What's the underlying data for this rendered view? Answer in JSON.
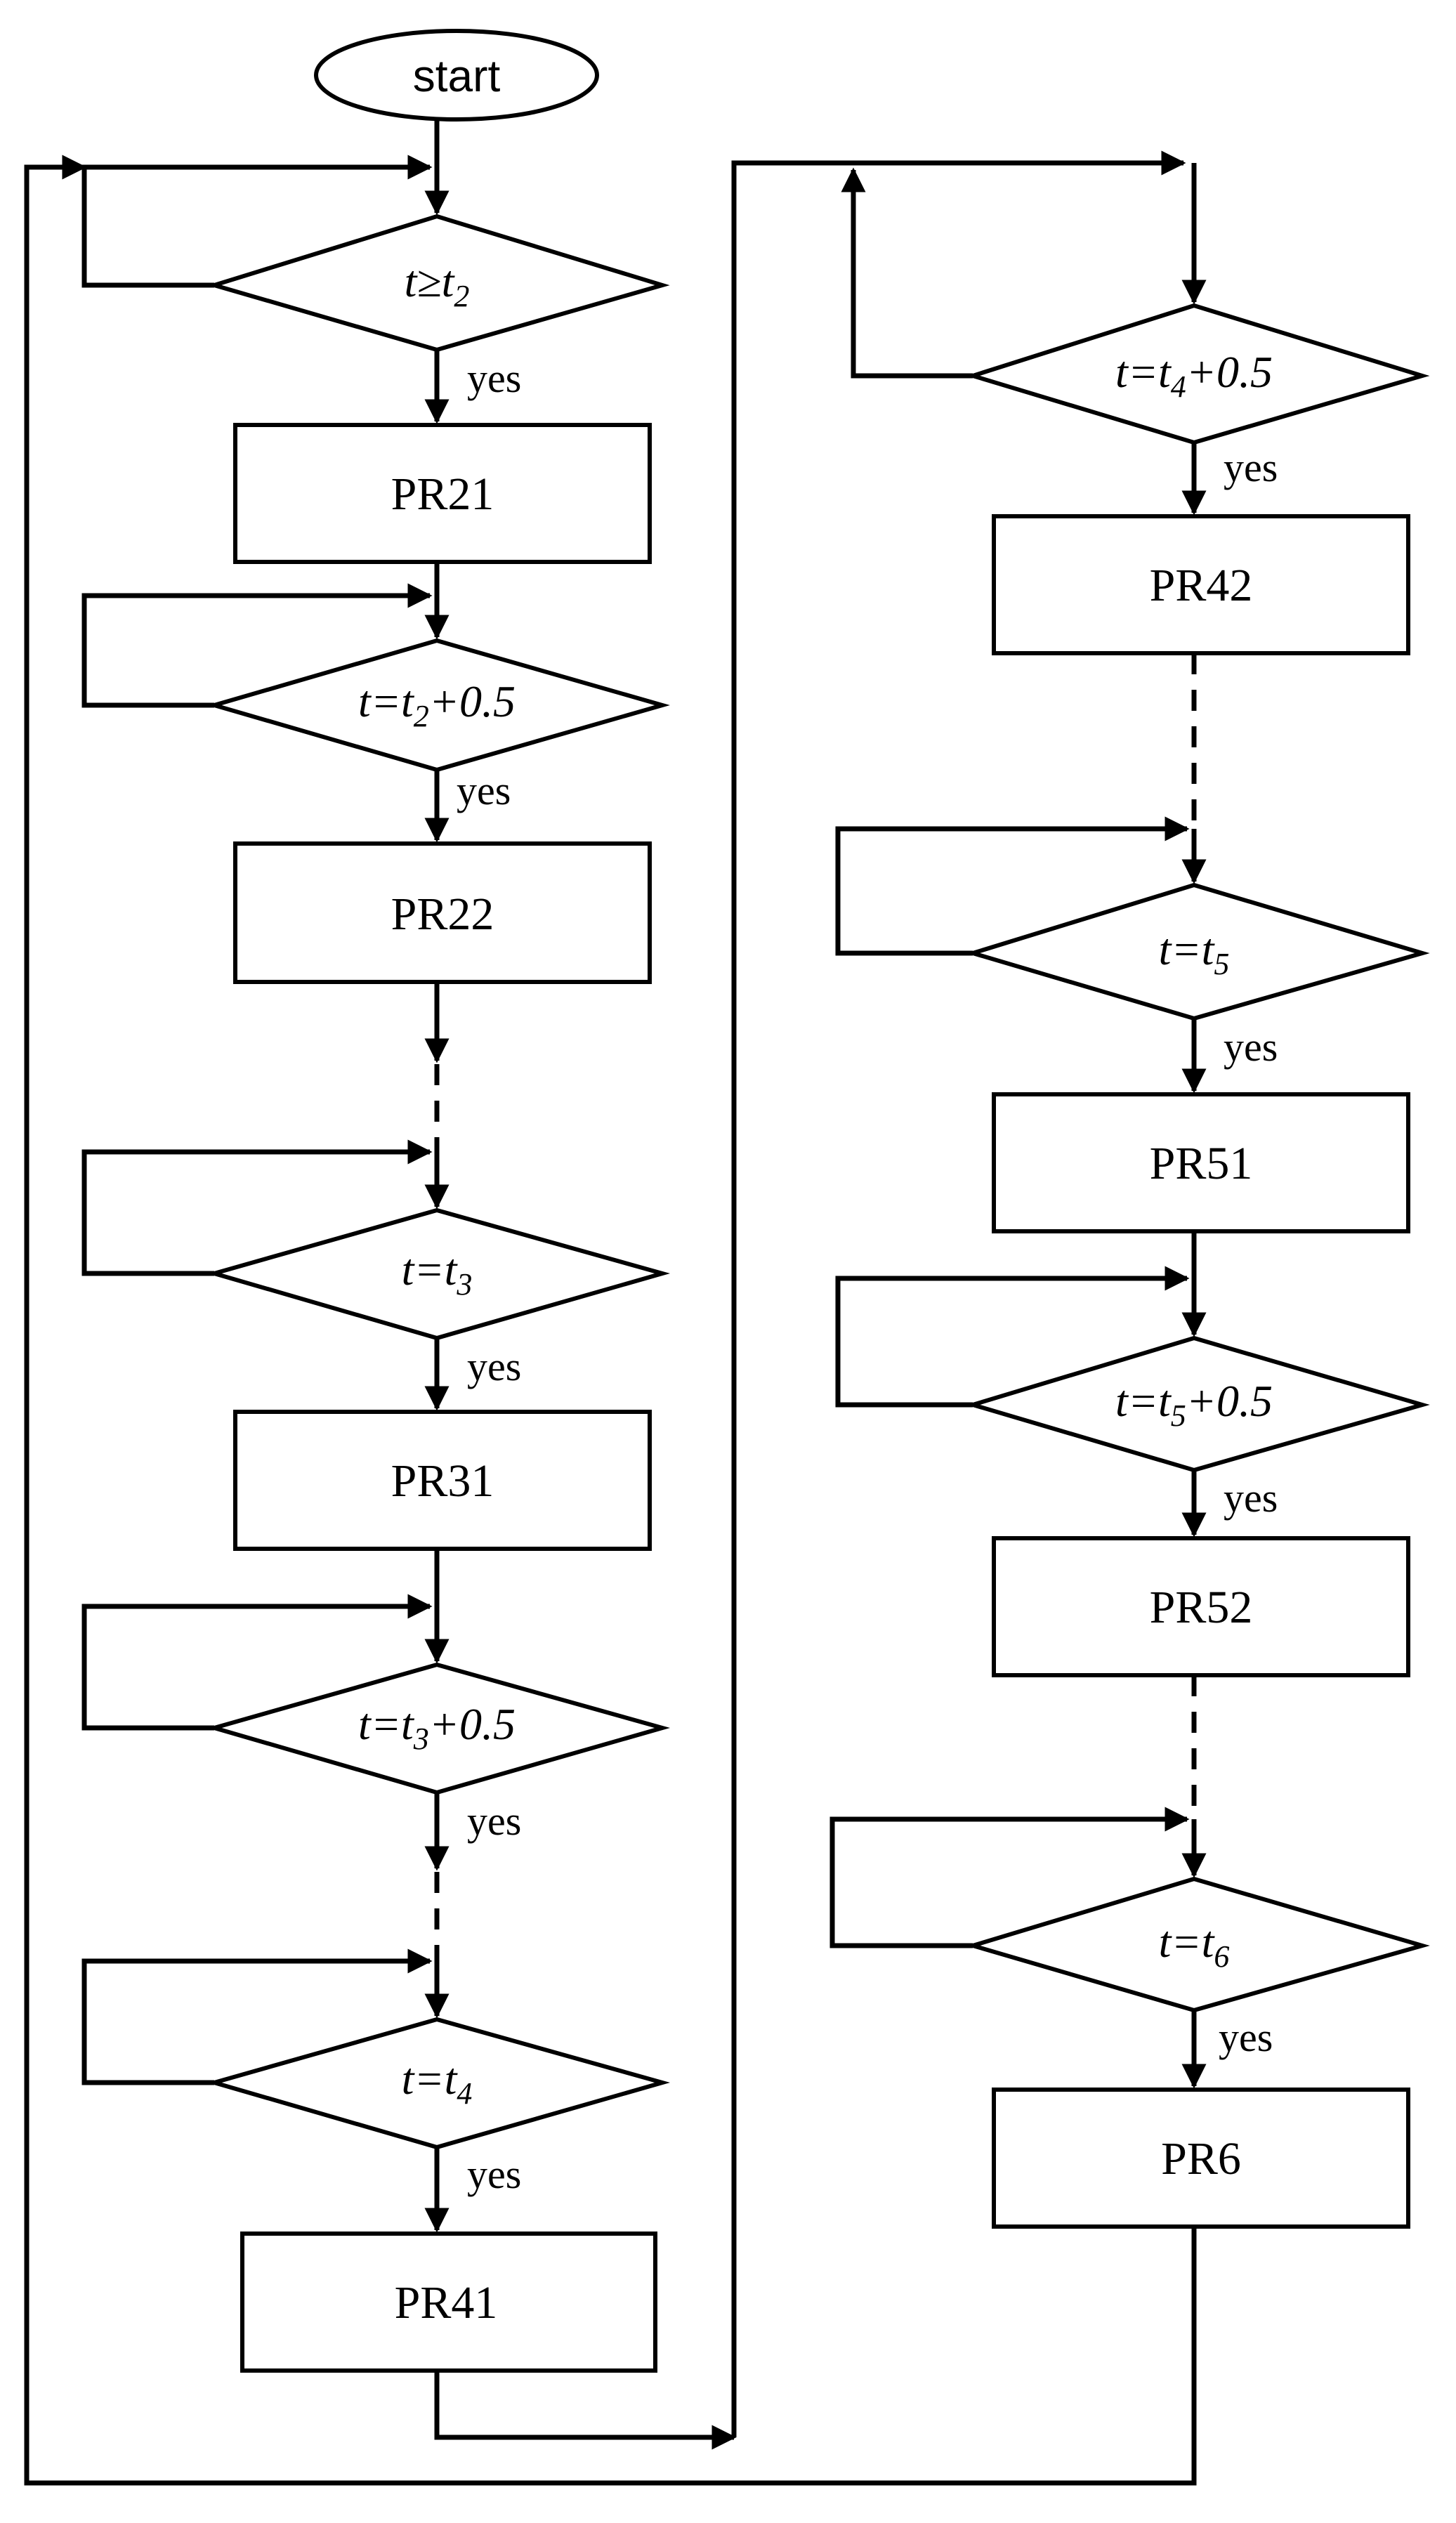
{
  "start": {
    "label": "start"
  },
  "yes_label": "yes",
  "processes": {
    "pr21": "PR21",
    "pr22": "PR22",
    "pr31": "PR31",
    "pr41": "PR41",
    "pr42": "PR42",
    "pr51": "PR51",
    "pr52": "PR52",
    "pr6": "PR6"
  },
  "conditions": {
    "c1": {
      "lhs": "t",
      "op": "≥",
      "var": "t",
      "sub": "2",
      "suffix": ""
    },
    "c2": {
      "lhs": "t",
      "op": "=",
      "var": "t",
      "sub": "2",
      "suffix": "+0.5"
    },
    "c3": {
      "lhs": "t",
      "op": "=",
      "var": "t",
      "sub": "3",
      "suffix": ""
    },
    "c4": {
      "lhs": "t",
      "op": "=",
      "var": "t",
      "sub": "3",
      "suffix": "+0.5"
    },
    "c5": {
      "lhs": "t",
      "op": "=",
      "var": "t",
      "sub": "4",
      "suffix": ""
    },
    "c6": {
      "lhs": "t",
      "op": "=",
      "var": "t",
      "sub": "4",
      "suffix": "+0.5"
    },
    "c7": {
      "lhs": "t",
      "op": "=",
      "var": "t",
      "sub": "5",
      "suffix": ""
    },
    "c8": {
      "lhs": "t",
      "op": "=",
      "var": "t",
      "sub": "5",
      "suffix": "+0.5"
    },
    "c9": {
      "lhs": "t",
      "op": "=",
      "var": "t",
      "sub": "6",
      "suffix": ""
    }
  }
}
